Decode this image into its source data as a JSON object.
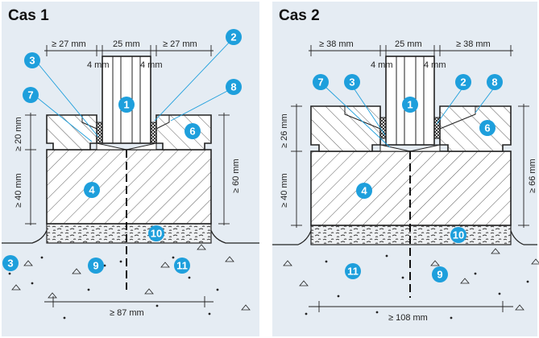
{
  "colors": {
    "panel_bg": "#e5ecf3",
    "badge": "#1e9fdc",
    "line": "#222222",
    "gravel": "#f3f4f5"
  },
  "cases": [
    {
      "title": "Cas 1",
      "dims": {
        "top_left": "≥ 27 mm",
        "top_mid": "25 mm",
        "top_right": "≥ 27 mm",
        "small_left": "4 mm",
        "small_right": "4 mm",
        "left_upper": "≥ 20 mm",
        "left_lower": "≥ 40 mm",
        "right": "≥ 60 mm",
        "bottom": "≥ 87 mm"
      },
      "badges": [
        "1",
        "2",
        "3",
        "7",
        "8",
        "6",
        "4",
        "10",
        "3",
        "9",
        "11"
      ]
    },
    {
      "title": "Cas 2",
      "dims": {
        "top_left": "≥ 38 mm",
        "top_mid": "25 mm",
        "top_right": "≥ 38 mm",
        "small_left": "4 mm",
        "small_right": "4 mm",
        "left_upper": "≥ 26 mm",
        "left_lower": "≥ 40 mm",
        "right": "≥ 66 mm",
        "bottom": "≥ 108 mm"
      },
      "badges": [
        "7",
        "3",
        "1",
        "2",
        "8",
        "6",
        "4",
        "10",
        "11",
        "9"
      ]
    }
  ]
}
